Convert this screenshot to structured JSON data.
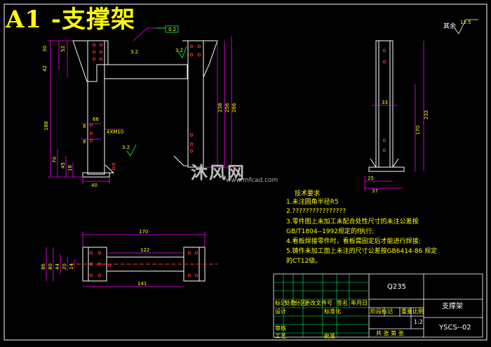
{
  "drawing": {
    "title": "A1 -支撑架",
    "roughness_top": "其余",
    "roughness_top_value": "12.5"
  },
  "front_view": {
    "top_dims": [
      "0.2",
      "3.2",
      "3.2",
      "30"
    ],
    "left_dims": [
      "52",
      "42",
      "188",
      "70",
      "45",
      "18"
    ],
    "right_dims": [
      "238",
      "256",
      "266"
    ],
    "small_dims": [
      "66",
      "8",
      "4XM10",
      "8",
      "3.2"
    ],
    "bottom_dim": "40"
  },
  "side_view": {
    "dims": [
      "33",
      "170",
      "232",
      "25",
      "37"
    ]
  },
  "top_view": {
    "dims": [
      "170",
      "122",
      "141",
      "86",
      "80",
      "44",
      "20",
      "14"
    ]
  },
  "notes": {
    "heading": "技术要求",
    "items": [
      "1.未注圆角半径R5",
      "2.????????????????",
      "3.零件图上未加工未配合处性尺寸的未注公差按",
      "GB/T1804--1992规定的f执行;",
      "4.看板焊接零件时，看板需固定后才能进行焊接;",
      "5.铸件未加工面上未注的尺寸公差按GB6414-86  规定",
      "的CT12级。"
    ]
  },
  "title_block": {
    "material": "Q235",
    "part_name": "支撑架",
    "drawing_no": "YSCS--02",
    "scale": "1:2",
    "row_labels": [
      "标记",
      "处数",
      "分区",
      "更改文件号",
      "签名",
      "年月日"
    ],
    "design_label": "设计",
    "standard_label": "标准化",
    "stage_label": "阶段标记",
    "weight_label": "重量",
    "scale_label": "比例",
    "audit_label": "审核",
    "craft_label": "工艺",
    "approve_label": "批准",
    "sheet_text": "共  张  第  张"
  },
  "watermark": {
    "logo_text": "沐风网",
    "url": "www.mfcad.com"
  }
}
